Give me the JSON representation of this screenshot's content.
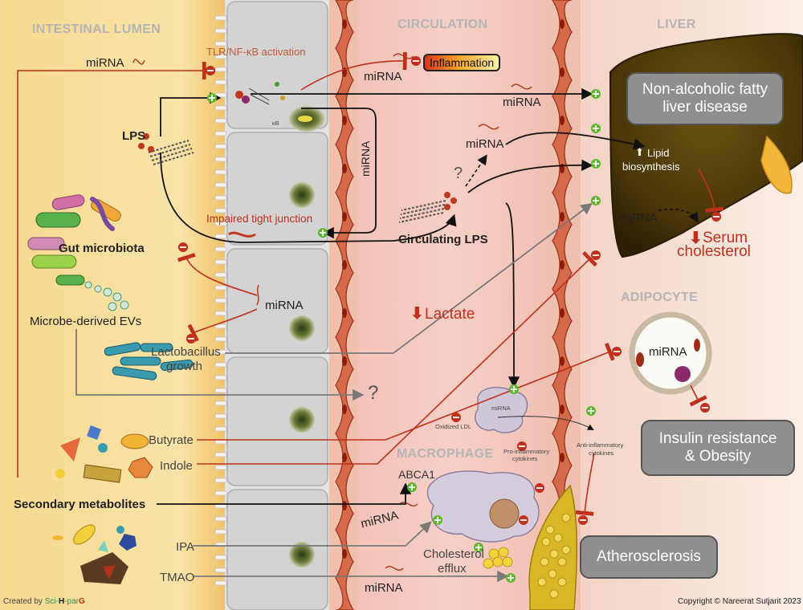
{
  "regions": {
    "lumen": "INTESTINAL LUMEN",
    "circulation": "CIRCULATION",
    "liver": "LIVER",
    "adipocyte": "ADIPOCYTE",
    "macrophage": "MACROPHAGE"
  },
  "labels": {
    "tlr": "TLR/NF-κB activation",
    "inflammation": "Inflammation",
    "mirna": "miRNA",
    "lps": "LPS",
    "gut_microbiota": "Gut microbiota",
    "impaired_tight_junction": "Impaired tight junction",
    "circulating_lps": "Circulating LPS",
    "microbe_evs": "Microbe-derived EVs",
    "lactobacillus": "Lactobacillus",
    "growth": "growth",
    "lactate": "Lactate",
    "question": "?",
    "butyrate": "Butyrate",
    "indole": "Indole",
    "secondary_metabolites": "Secondary metabolites",
    "ipa": "IPA",
    "tmao": "TMAO",
    "abca1": "ABCA1",
    "cholesterol": "Cholesterol",
    "efflux": "efflux",
    "oxidized_ldl": "Oxidized LDL",
    "pro_inflammatory": "Pro-inflammatory",
    "anti_inflammatory": "Anti-inflammatory",
    "cytokines": "cytokines",
    "lipid": "Lipid",
    "biosynthesis": "biosynthesis",
    "serum": "Serum",
    "cholesterol_serum": "cholesterol",
    "nfkb": "κB"
  },
  "boxes": {
    "nafld_line1": "Non-alcoholic fatty",
    "nafld_line2": "liver disease",
    "insulin_line1": "Insulin resistance",
    "insulin_line2": "& Obesity",
    "athero": "Atherosclerosis"
  },
  "footer": {
    "created_prefix": "Created by ",
    "sci": "Sci-",
    "h": "H",
    "par": "-par",
    "g": "G",
    "copyright": "Copyright © Nareerat Sutjarit 2023"
  },
  "colors": {
    "inhibit": "#c0301c",
    "activate": "#5cb82a",
    "arrow_black": "#111111",
    "arrow_gray": "#7a7a7a"
  }
}
